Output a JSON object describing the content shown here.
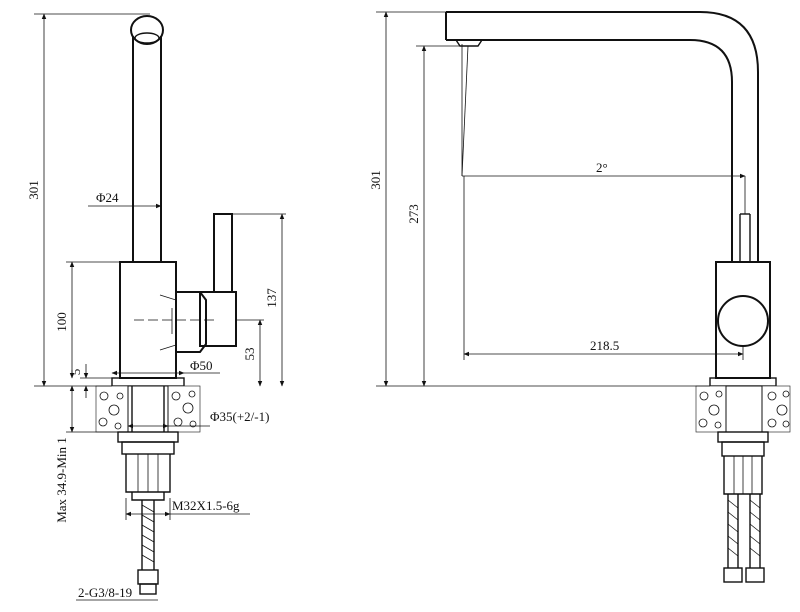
{
  "side_view": {
    "dims": {
      "total_height": "301",
      "spout_diameter": "Φ24",
      "body_height": "100",
      "handle_height": "137",
      "handle_offset": "53",
      "base_diameter": "Φ50",
      "gap": "5",
      "mount_hole": "Φ35(+2/-1)",
      "deck_thickness": "Max 34.9-Min 1",
      "thread": "M32X1.5-6g",
      "hose_connector": "2-G3/8-19"
    }
  },
  "front_view": {
    "dims": {
      "total_height": "301",
      "spout_height": "273",
      "angle": "2°",
      "reach": "218.5"
    }
  }
}
